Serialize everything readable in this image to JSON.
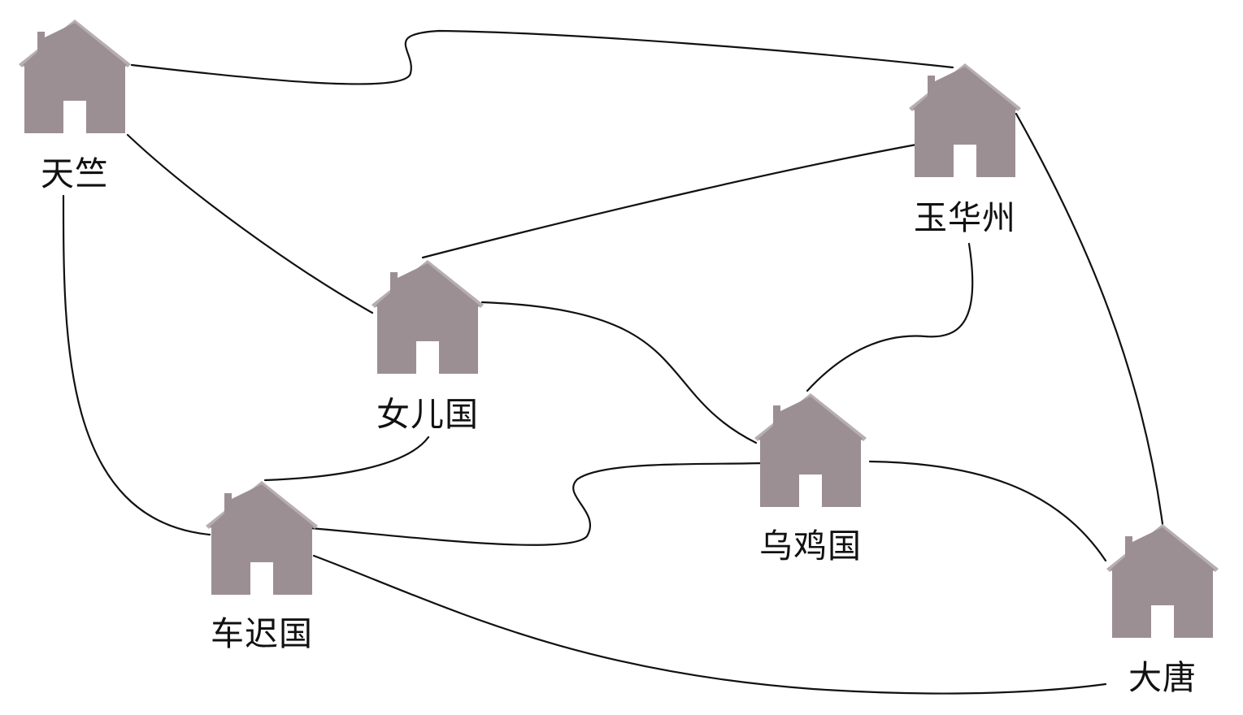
{
  "colors": {
    "house": "#9c8f93",
    "roof_edge": "#b7aeb1",
    "line": "#111111",
    "background": "#ffffff"
  },
  "nodes": {
    "tianzhu": {
      "label": "天竺",
      "icon": "house-icon"
    },
    "yuhuazhou": {
      "label": "玉华州",
      "icon": "house-icon"
    },
    "nverguo": {
      "label": "女儿国",
      "icon": "house-icon"
    },
    "wujiguo": {
      "label": "乌鸡国",
      "icon": "house-icon"
    },
    "chechiguo": {
      "label": "车迟国",
      "icon": "house-icon"
    },
    "datang": {
      "label": "大唐",
      "icon": "house-icon"
    }
  },
  "edges": [
    {
      "from": "天竺",
      "to": "玉华州"
    },
    {
      "from": "天竺",
      "to": "女儿国"
    },
    {
      "from": "天竺",
      "to": "车迟国"
    },
    {
      "from": "玉华州",
      "to": "女儿国"
    },
    {
      "from": "玉华州",
      "to": "乌鸡国"
    },
    {
      "from": "玉华州",
      "to": "大唐"
    },
    {
      "from": "女儿国",
      "to": "乌鸡国"
    },
    {
      "from": "女儿国",
      "to": "车迟国"
    },
    {
      "from": "乌鸡国",
      "to": "车迟国"
    },
    {
      "from": "乌鸡国",
      "to": "大唐"
    },
    {
      "from": "车迟国",
      "to": "大唐"
    }
  ]
}
